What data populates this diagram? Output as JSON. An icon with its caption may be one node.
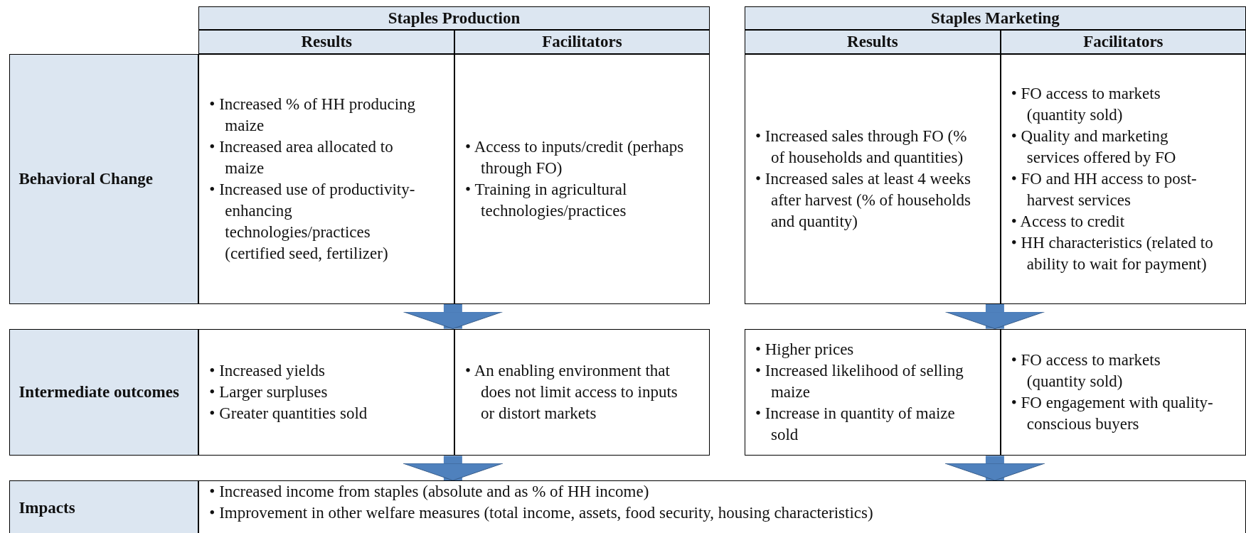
{
  "diagram": {
    "nodes": [
      {
        "text": [
          "Staples Production"
        ]
      },
      {
        "text": [
          "Results"
        ]
      },
      {
        "text": [
          "Facilitators"
        ]
      },
      {
        "text": [
          "Staples Marketing"
        ]
      },
      {
        "text": [
          "Results"
        ]
      },
      {
        "text": [
          "Facilitators"
        ]
      },
      {
        "text": [
          "Behavioral Change"
        ]
      },
      {
        "text": [
          "• Increased % of HH producing maize",
          "• Increased area allocated to maize",
          "• Increased use of productivity-enhancing technologies/practices (certified seed, fertilizer)"
        ]
      },
      {
        "text": [
          "• Access to inputs/credit (perhaps through FO)",
          "• Training in agricultural technologies/practices"
        ]
      },
      {
        "text": [
          "• Increased sales through FO (% of households and quantities)",
          "• Increased sales at least 4 weeks after harvest (% of households and quantity)"
        ]
      },
      {
        "text": [
          "• FO access to markets (quantity sold)",
          "• Quality and marketing services offered by FO",
          "• FO and HH access to post-harvest services",
          "• Access to credit",
          "• HH characteristics (related to ability to wait for payment)"
        ]
      },
      {
        "text": [
          "Intermediate outcomes"
        ]
      },
      {
        "text": [
          "• Increased yields",
          "• Larger surpluses",
          "• Greater quantities sold"
        ]
      },
      {
        "text": [
          "• An enabling environment that does not limit access to inputs or distort markets"
        ]
      },
      {
        "text": [
          "• Higher prices",
          "• Increased likelihood of selling maize",
          "• Increase in quantity of maize sold"
        ]
      },
      {
        "text": [
          "• FO access to markets (quantity sold)",
          "• FO engagement with quality-conscious buyers"
        ]
      },
      {
        "text": [
          "Impacts"
        ]
      },
      {
        "text": [
          "• Increased income from staples (absolute and as % of HH income)",
          "• Improvement in other welfare measures (total income, assets, food security, housing characteristics)"
        ]
      }
    ],
    "edges": [
      {
        "from": 7,
        "to": 12,
        "arrow": "to"
      },
      {
        "from": 9,
        "to": 14,
        "arrow": "to"
      },
      {
        "from": 12,
        "to": 17,
        "arrow": "to"
      },
      {
        "from": 14,
        "to": 17,
        "arrow": "to"
      }
    ]
  }
}
